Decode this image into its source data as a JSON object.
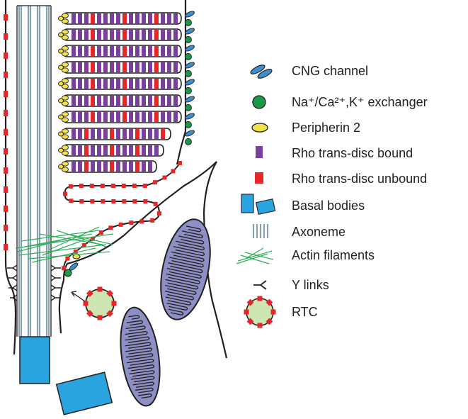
{
  "colors": {
    "outline": "#231f20",
    "cng": "#3b8fd1",
    "exchanger": "#1a9a48",
    "peripherin": "#f2e24a",
    "rho_bound": "#7b3fa0",
    "rho_unbound": "#e8262a",
    "basal_body": "#2aa4de",
    "axoneme": "#8aa0ad",
    "actin": "#2fae5a",
    "mito_fill": "#8e8fc4",
    "rtc_fill": "#cde6b4"
  },
  "legend": [
    {
      "id": "cng-channel",
      "icon": "cng-channel-icon",
      "label": "CNG channel"
    },
    {
      "id": "exchanger",
      "icon": "exchanger-icon",
      "label": "Na⁺/Ca²⁺,K⁺ exchanger"
    },
    {
      "id": "peripherin",
      "icon": "peripherin-icon",
      "label": "Peripherin 2"
    },
    {
      "id": "rho-bound",
      "icon": "rho-bound-icon",
      "label": "Rho trans-disc bound"
    },
    {
      "id": "rho-unbound",
      "icon": "rho-unbound-icon",
      "label": "Rho trans-disc unbound"
    },
    {
      "id": "basal-bodies",
      "icon": "basal-bodies-icon",
      "label": "Basal bodies"
    },
    {
      "id": "axoneme",
      "icon": "axoneme-icon",
      "label": "Axoneme"
    },
    {
      "id": "actin",
      "icon": "actin-icon",
      "label": "Actin filaments"
    },
    {
      "id": "y-links",
      "icon": "y-link-icon",
      "label": "Y links"
    },
    {
      "id": "rtc",
      "icon": "rtc-icon",
      "label": "RTC"
    }
  ]
}
